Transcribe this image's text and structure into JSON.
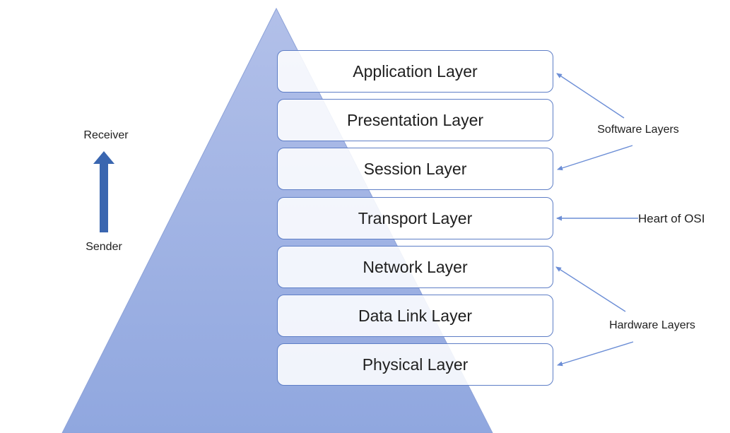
{
  "left_flow": {
    "receiver_label": "Receiver",
    "sender_label": "Sender",
    "arrow_icon": "up-arrow"
  },
  "layers": [
    {
      "label": "Application Layer"
    },
    {
      "label": "Presentation Layer"
    },
    {
      "label": "Session Layer"
    },
    {
      "label": "Transport Layer"
    },
    {
      "label": "Network Layer"
    },
    {
      "label": "Data Link Layer"
    },
    {
      "label": "Physical Layer"
    }
  ],
  "annotations": {
    "software": {
      "label": "Software Layers",
      "targets": [
        "Application Layer",
        "Session Layer"
      ]
    },
    "heart": {
      "label": "Heart of OSI",
      "targets": [
        "Transport Layer"
      ]
    },
    "hardware": {
      "label": "Hardware Layers",
      "targets": [
        "Network Layer",
        "Physical Layer"
      ]
    }
  },
  "colors": {
    "triangle_top": "#b2c0e9",
    "triangle_bottom": "#90a7df",
    "triangle_edge": "#8da2d8",
    "box_border": "#5e7ec6",
    "box_fill": "#ffffffde",
    "arrow_line": "#6c8ed6",
    "flow_arrow": "#3a66b0",
    "text_color": "#1f1f1f",
    "background": "#ffffff"
  }
}
